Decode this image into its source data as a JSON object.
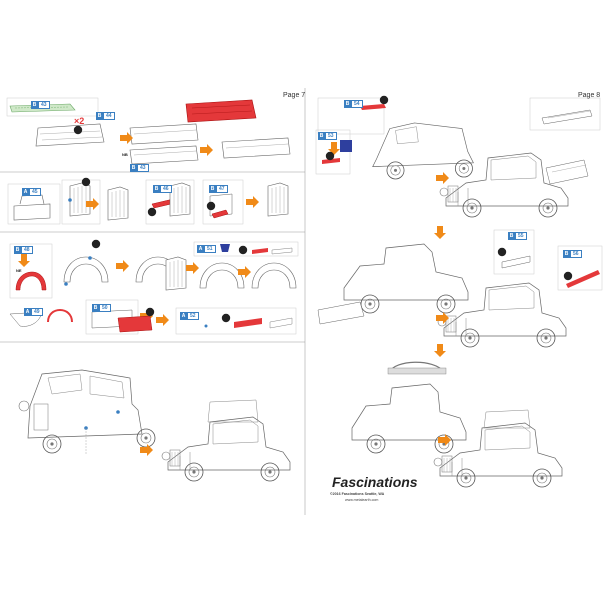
{
  "page_left": "Page 7",
  "page_right": "Page 8",
  "badges": [
    {
      "letter": "B",
      "num": "43"
    },
    {
      "letter": "B",
      "num": "44"
    },
    {
      "letter": "B",
      "num": "43"
    },
    {
      "letter": "A",
      "num": "45"
    },
    {
      "letter": "B",
      "num": "46"
    },
    {
      "letter": "B",
      "num": "47"
    },
    {
      "letter": "B",
      "num": "48"
    },
    {
      "letter": "A",
      "num": "49"
    },
    {
      "letter": "B",
      "num": "50"
    },
    {
      "letter": "A",
      "num": "51"
    },
    {
      "letter": "A",
      "num": "52"
    },
    {
      "letter": "B",
      "num": "54"
    },
    {
      "letter": "B",
      "num": "53"
    },
    {
      "letter": "B",
      "num": "55"
    },
    {
      "letter": "B",
      "num": "56"
    }
  ],
  "qty_mark": "×2",
  "step_labels": {
    "ne": "NE",
    "nb": "NB"
  },
  "brand": "Fascinations",
  "copyright": "©2016 Fascinations Seattle, WA",
  "website": "www.metalearth.com"
}
